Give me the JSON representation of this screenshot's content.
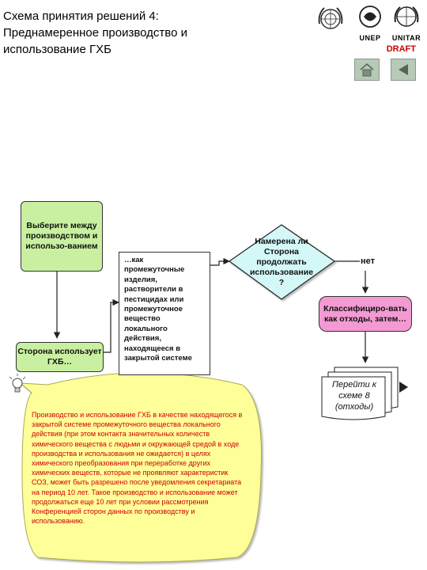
{
  "header": {
    "title": "Схема принятия решений 4:\nПреднамеренное производство и\nиспользование ГХБ",
    "draft": "DRAFT",
    "logos": {
      "un_icon": "un-emblem",
      "unep_label": "UNEP",
      "unitar_label": "UNITAR"
    },
    "nav": {
      "home_icon": "house-icon",
      "back_icon": "back-triangle-icon"
    }
  },
  "diagram": {
    "choose_box": "Выберите между производством и использо-ванием",
    "party_uses_box": "Сторона использует ГХБ…",
    "closed_system_box": "…как промежуточные изделия, растворители в пестицидах или промежуточное вещество локального действия, находящееся в закрытой системе",
    "decision": "Намерена ли Сторона продолжать использование ?",
    "no_label": "нет",
    "classify_box": "Классифициро-вать как отходы, затем…",
    "goto_box": "Перейти к схеме 8 (отходы)",
    "note": "Производство и использование ГХБ  в качестве находящегося в закрытой системе промежуточного вещества локального действия (при этом контакта значительных количеств химического вещества с людьми и окружающей средой  в ходе производства и использования не ожидается) в целях химического преобразования при переработке других химических веществ, которые не проявляют характеристик СОЗ, может быть разрешено после уведомления секретариата на период 10 лет. Такое производство и использование может продолжаться еще 10 лет при условии рассмотрения Конференцией сторон данных по производству и использованию.",
    "lightbulb_icon": "lightbulb-icon",
    "colors": {
      "green_box": "#c8f0a0",
      "pink_box": "#f39ad2",
      "note_fill": "#ffff99",
      "diamond_fill": "#d4f7f7",
      "note_text": "#cc0000",
      "draft": "#cc0000"
    }
  }
}
